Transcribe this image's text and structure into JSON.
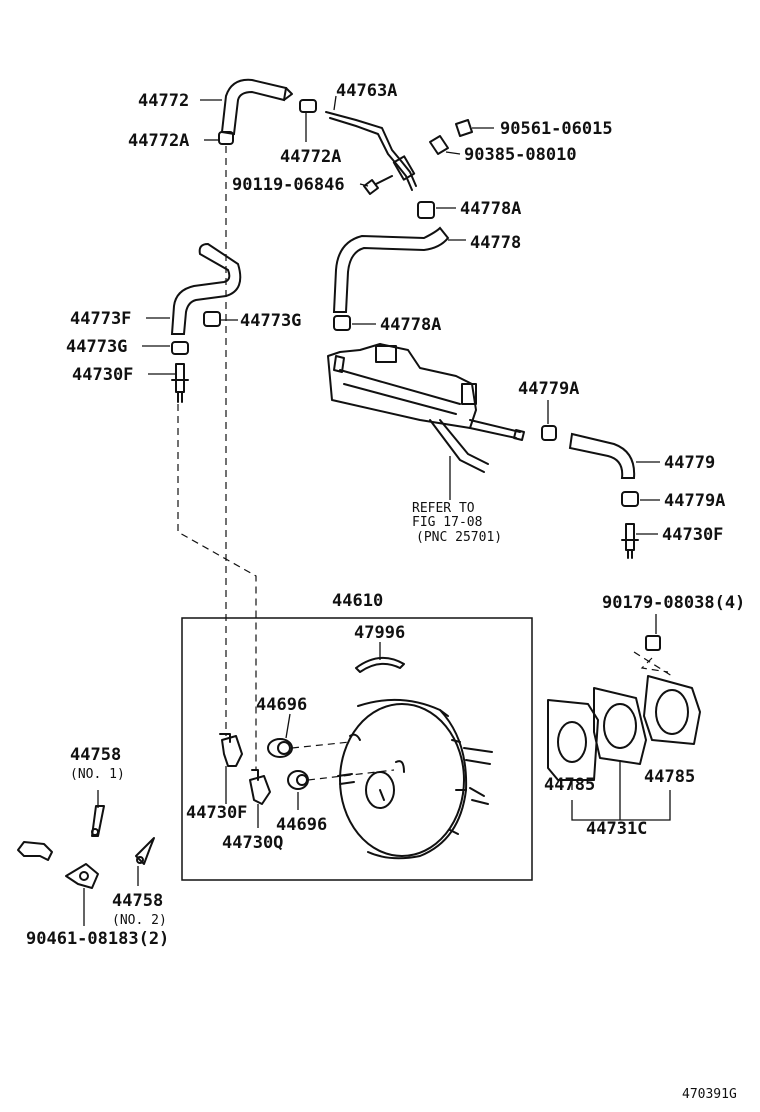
{
  "labels": {
    "p44772": "44772",
    "p44772A_left": "44772A",
    "p44772A_mid": "44772A",
    "p44763A": "44763A",
    "p90561": "90561-06015",
    "p90385": "90385-08010",
    "p90119": "90119-06846",
    "p44778A_top": "44778A",
    "p44778": "44778",
    "p44773F": "44773F",
    "p44773G_right": "44773G",
    "p44778A_low": "44778A",
    "p44773G_left": "44773G",
    "p44730F_left": "44730F",
    "p44779A_top": "44779A",
    "p44779": "44779",
    "p44779A_low": "44779A",
    "p44730F_right": "44730F",
    "p44610": "44610",
    "p47996": "47996",
    "p90179": "90179-08038(4)",
    "p44696_top": "44696",
    "p44696_low": "44696",
    "p44730F_box": "44730F",
    "p44730Q": "44730Q",
    "p44758_1": "44758",
    "p44758_1_sub": "(NO. 1)",
    "p44758_2": "44758",
    "p44758_2_sub": "(NO. 2)",
    "p90461": "90461-08183(2)",
    "p44785_left": "44785",
    "p44785_right": "44785",
    "p44731C": "44731C"
  },
  "refer": {
    "line1": "REFER TO",
    "line2": "FIG 17-08",
    "line3": "(PNC 25701)"
  },
  "figure_id": "470391G"
}
